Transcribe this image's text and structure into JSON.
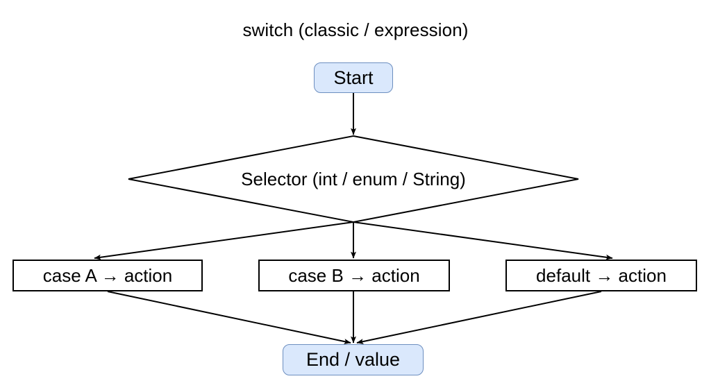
{
  "diagram": {
    "title": "switch (classic / expression)",
    "type": "flowchart",
    "colors": {
      "terminator_fill": "#dae8fc",
      "terminator_stroke": "#6c8ebf",
      "process_fill": "#ffffff",
      "process_stroke": "#000000",
      "edge_stroke": "#000000",
      "text": "#000000",
      "background": "#ffffff"
    },
    "nodes": [
      {
        "id": "start",
        "label": "Start",
        "shape": "rounded-terminator"
      },
      {
        "id": "selector",
        "label": "Selector (int / enum / String)",
        "shape": "diamond"
      },
      {
        "id": "case_a",
        "label": "case A → action",
        "shape": "rectangle"
      },
      {
        "id": "case_b",
        "label": "case B → action",
        "shape": "rectangle"
      },
      {
        "id": "default",
        "label": "default → action",
        "shape": "rectangle"
      },
      {
        "id": "end",
        "label": "End / value",
        "shape": "rounded-terminator"
      }
    ],
    "edges": [
      {
        "from": "start",
        "to": "selector",
        "label": ""
      },
      {
        "from": "selector",
        "to": "case_a",
        "label": ""
      },
      {
        "from": "selector",
        "to": "case_b",
        "label": ""
      },
      {
        "from": "selector",
        "to": "default",
        "label": ""
      },
      {
        "from": "case_a",
        "to": "end",
        "label": ""
      },
      {
        "from": "case_b",
        "to": "end",
        "label": ""
      },
      {
        "from": "default",
        "to": "end",
        "label": ""
      }
    ]
  }
}
